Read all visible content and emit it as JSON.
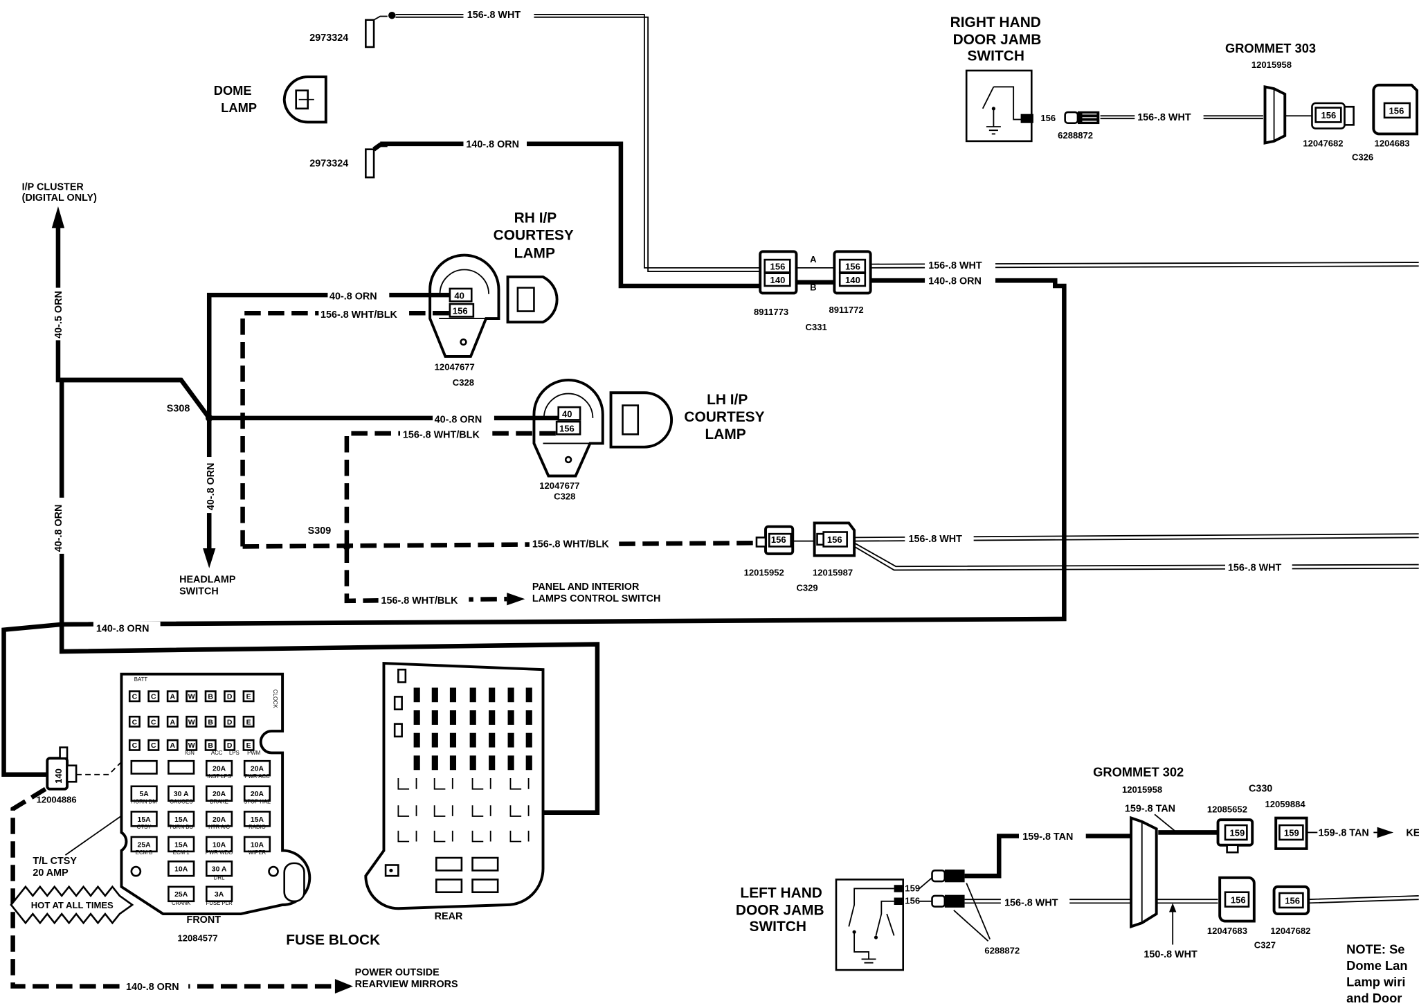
{
  "top": {
    "part_2973324_a": "2973324",
    "part_2973324_b": "2973324",
    "wire_156_wht_top": "156-.8 WHT",
    "wire_140_orn_top": "140-.8 ORN",
    "dome_lamp_line1": "DOME",
    "dome_lamp_line2": "LAMP"
  },
  "ip_cluster": {
    "line1": "I/P CLUSTER",
    "line2": "(DIGITAL ONLY)",
    "wire_40_5": "40-.5 ORN"
  },
  "rh_door": {
    "title1": "RIGHT HAND",
    "title2": "DOOR JAMB",
    "title3": "SWITCH",
    "pin": "156",
    "part": "6288872",
    "wire": "156-.8 WHT"
  },
  "grommet303": {
    "title": "GROMMET 303",
    "part": "12015958",
    "conn_pin_a": "156",
    "conn_pin_b": "156",
    "part_a": "12047682",
    "part_b": "1204683",
    "connector": "C326"
  },
  "rh_courtesy": {
    "title1": "RH I/P",
    "title2": "COURTESY",
    "title3": "LAMP",
    "wire_40": "40-.8 ORN",
    "wire_156": "156-.8 WHT/BLK",
    "pin_40": "40",
    "pin_156": "156",
    "part": "12047677",
    "connector": "C328"
  },
  "lh_courtesy": {
    "title1": "LH I/P",
    "title2": "COURTESY",
    "title3": "LAMP",
    "wire_40": "40-.8 ORN",
    "wire_156": "156-.8 WHT/BLK",
    "pin_40": "40",
    "pin_156": "156",
    "part": "12047677",
    "connector": "C328"
  },
  "c331": {
    "pin_a_156": "156",
    "pin_b_140": "140",
    "pin_a_156_r": "156",
    "pin_b_140_r": "140",
    "letter_a": "A",
    "letter_b": "B",
    "part_left": "8911773",
    "part_right": "8911772",
    "connector": "C331",
    "wire_156": "156-.8 WHT",
    "wire_140": "140-.8 ORN"
  },
  "splices": {
    "s308": "S308",
    "s309": "S309",
    "wire_40_8_vert": "40-.8 ORN",
    "wire_40_8_left": "40-.8 ORN",
    "headlamp1": "HEADLAMP",
    "headlamp2": "SWITCH",
    "wire_156_s309": "156-.8 WHT/BLK",
    "wire_156_panel": "156-.8 WHT/BLK",
    "panel1": "PANEL AND INTERIOR",
    "panel2": "LAMPS CONTROL SWITCH"
  },
  "c329": {
    "pin_left": "156",
    "pin_right": "156",
    "part_left": "12015952",
    "part_right": "12015987",
    "connector": "C329",
    "wire_a": "156-.8 WHT",
    "wire_b": "156-.8 WHT"
  },
  "fuse": {
    "wire_140_left": "140-.8 ORN",
    "conn_pin": "140",
    "conn_part": "12004886",
    "tl_ctsy1": "T/L CTSY",
    "tl_ctsy2": "20 AMP",
    "hot": "HOT AT ALL TIMES",
    "front": "FRONT",
    "front_part": "12084577",
    "rear": "REAR",
    "title": "FUSE BLOCK",
    "batt": "BATT",
    "clock": "CLOCK",
    "row1": [
      "C",
      "C",
      "A",
      "W",
      "B",
      "D",
      "E"
    ],
    "row2": [
      "C",
      "C",
      "A",
      "W",
      "B",
      "D",
      "E"
    ],
    "row3": [
      "C",
      "C",
      "A",
      "W",
      "B",
      "D",
      "E"
    ],
    "row3_labels": [
      "IGN",
      "ACC",
      "LPS",
      "PWM"
    ],
    "fuse_values": [
      "20A",
      "20A",
      "5A",
      "30 A",
      "20A",
      "20A",
      "15A",
      "15A",
      "20A",
      "15A",
      "25A",
      "15A",
      "10A",
      "10A",
      "30 A",
      "25A",
      "10A",
      "3A"
    ],
    "fuse_labels": [
      "INST LPS",
      "PWR ACC",
      "HORN DM",
      "GAUGES",
      "BRAKE",
      "STOP HAZ",
      "CTSY",
      "TURN BU",
      "HTR A/C",
      "RADIO",
      "ECM B",
      "ECM 1",
      "PWR WDO",
      "WIPER",
      "DRL",
      "CRANK",
      "FUSE PLR"
    ]
  },
  "mirrors": {
    "wire": "140-.8 ORN",
    "line1": "POWER OUTSIDE",
    "line2": "REARVIEW MIRRORS"
  },
  "grommet302": {
    "title": "GROMMET 302",
    "part": "12015958",
    "wire_159_tan": "159-.8 TAN",
    "wire_159_tan_left": "159-.8 TAN",
    "wire_159_tan_right": "159-.8 TAN",
    "wire_156_wht": "156-.8 WHT",
    "wire_150_wht": "150-.8 WHT",
    "c330": "C330",
    "part_c330_a": "12085652",
    "part_c330_b": "12059884",
    "pin_159_a": "159",
    "pin_159_b": "159",
    "pin_156_a": "156",
    "pin_156_b": "156",
    "part_c327_a": "12047683",
    "part_c327_b": "12047682",
    "c327": "C327",
    "ke": "KE"
  },
  "lh_door": {
    "title1": "LEFT HAND",
    "title2": "DOOR JAMB",
    "title3": "SWITCH",
    "pin_159": "159",
    "pin_156": "156",
    "part": "6288872"
  },
  "note": {
    "line1": "NOTE:  Se",
    "line2": "Dome Lan",
    "line3": "Lamp wiri",
    "line4": "and Door"
  }
}
